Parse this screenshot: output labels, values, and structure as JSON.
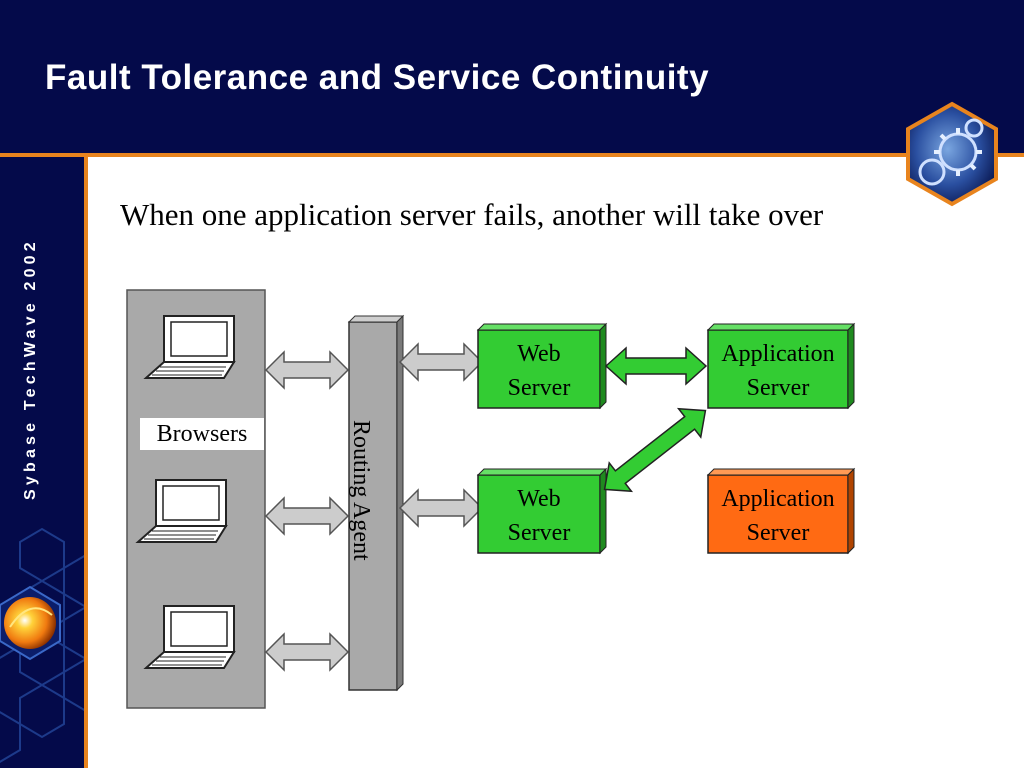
{
  "header": {
    "title": "Fault Tolerance and Service Continuity"
  },
  "sidebar": {
    "brand_text": "Sybase TechWave 2002"
  },
  "subtitle": "When one application server fails, another will take over",
  "diagram": {
    "browsers_label": "Browsers",
    "routing_label": "Routing Agent",
    "web_server_1": {
      "line1": "Web",
      "line2": "Server"
    },
    "web_server_2": {
      "line1": "Web",
      "line2": "Server"
    },
    "app_server_1": {
      "line1": "Application",
      "line2": "Server",
      "color": "#33cc33",
      "status": "active"
    },
    "app_server_2": {
      "line1": "Application",
      "line2": "Server",
      "color": "#ff6a13",
      "status": "failed"
    }
  },
  "colors": {
    "header_bg": "#040a4a",
    "accent": "#e8841e",
    "server_green": "#33cc33",
    "server_failed": "#ff6a13",
    "gray_panel": "#a9a9a9"
  },
  "icons": [
    "gear-logo-icon",
    "laptop-icon",
    "bidirectional-arrow-icon",
    "orange-sphere-logo-icon"
  ]
}
